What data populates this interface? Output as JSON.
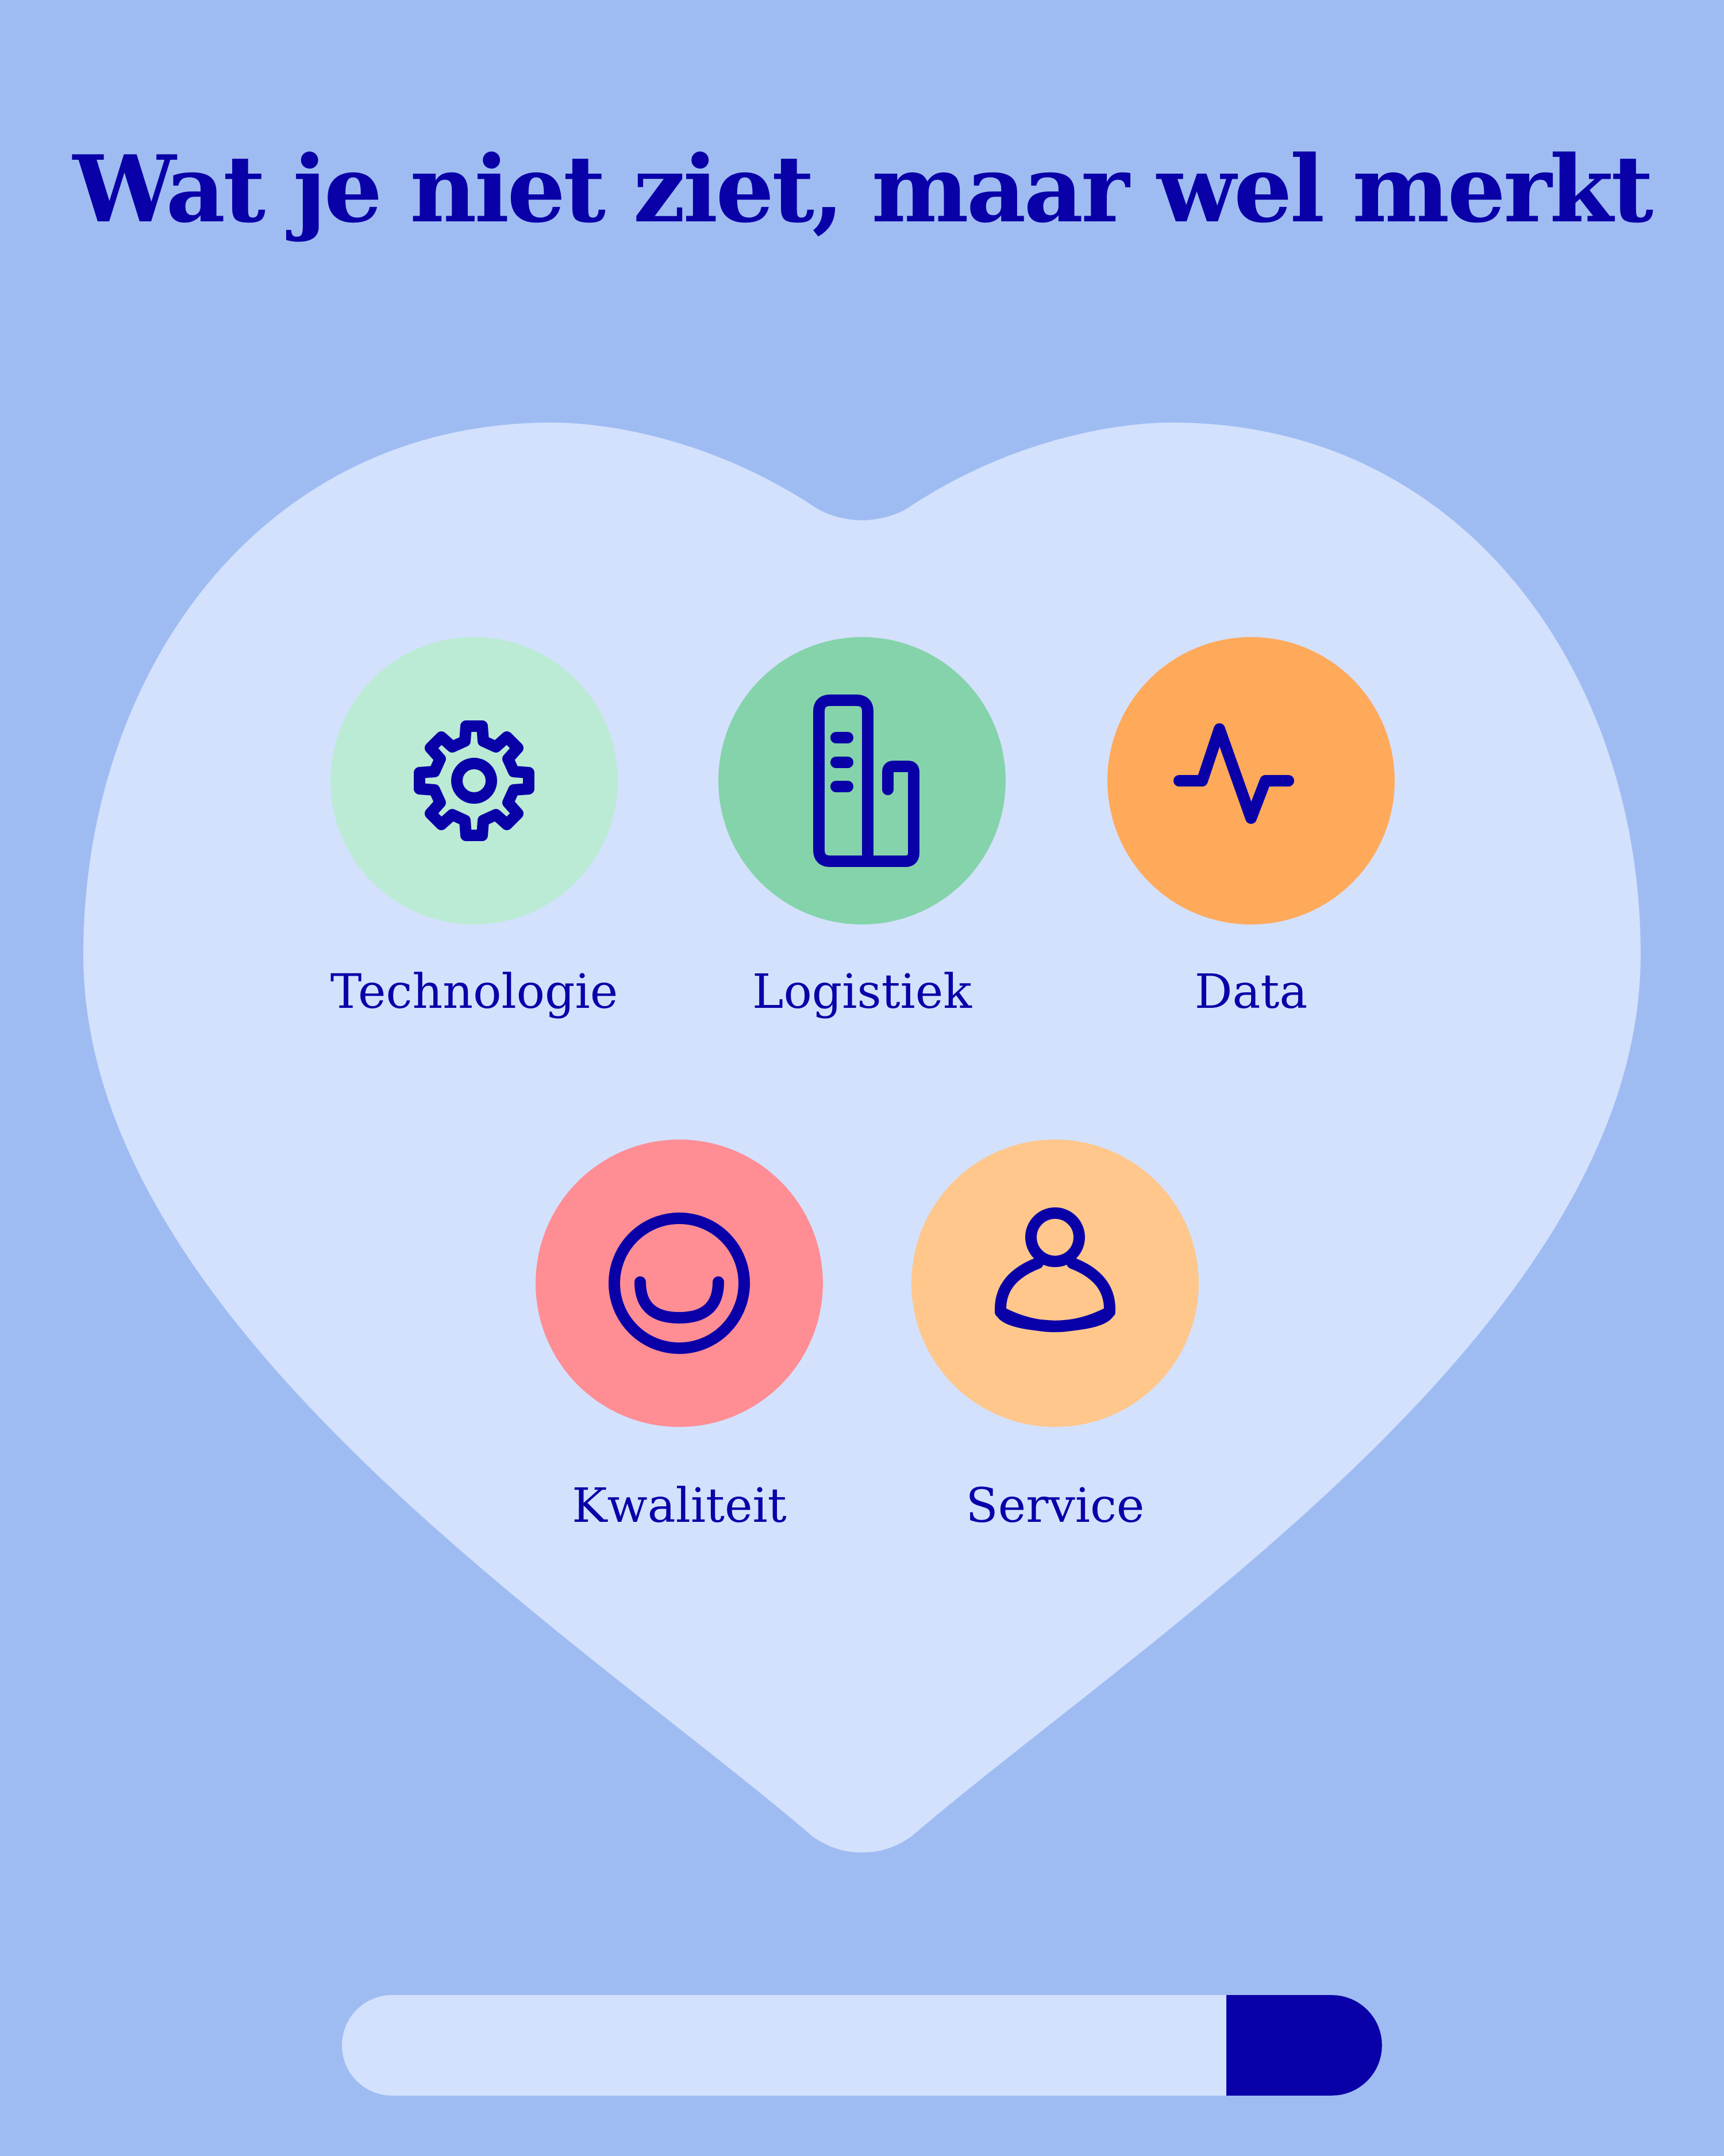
{
  "title": "Wat je niet ziet, maar wel merkt",
  "colors": {
    "background": "#9fbcf2",
    "heart": "#d3e1fd",
    "text": "#0a00a8",
    "progress_track": "#d3e1fd",
    "progress_fill": "#0a00a8"
  },
  "items": [
    {
      "label": "Technologie",
      "icon": "gear-icon",
      "color": "#bbebd5"
    },
    {
      "label": "Logistiek",
      "icon": "building-icon",
      "color": "#84d3aa"
    },
    {
      "label": "Data",
      "icon": "activity-icon",
      "color": "#ffa95a"
    },
    {
      "label": "Kwaliteit",
      "icon": "smile-icon",
      "color": "#ff8d94"
    },
    {
      "label": "Service",
      "icon": "user-icon",
      "color": "#ffc78c"
    }
  ],
  "progress": {
    "fraction_filled": 0.15
  }
}
